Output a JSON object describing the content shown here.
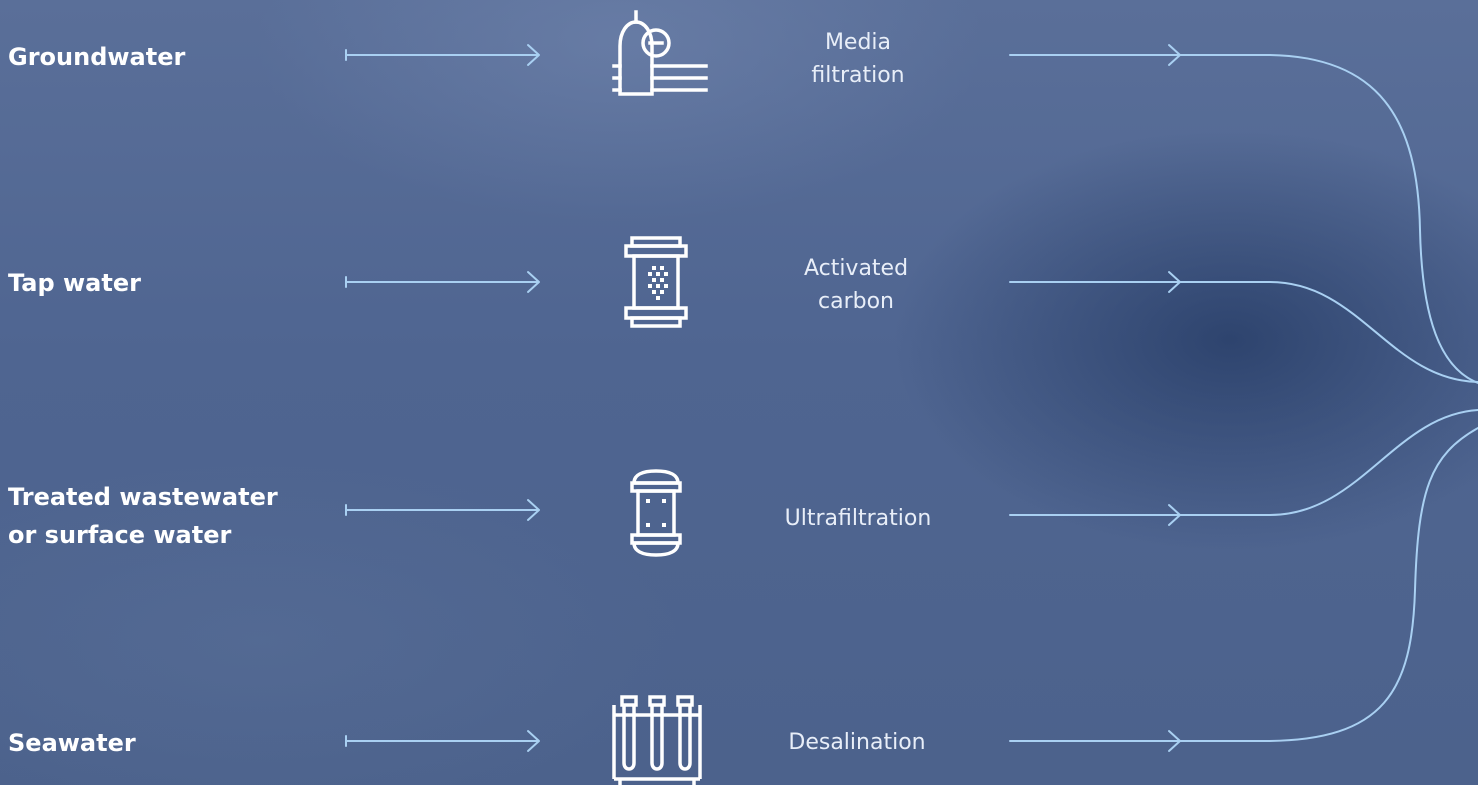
{
  "sources": [
    {
      "id": "groundwater",
      "label": "Groundwater"
    },
    {
      "id": "tap",
      "label": "Tap water"
    },
    {
      "id": "treated",
      "label": "Treated wastewater\nor surface water"
    },
    {
      "id": "seawater",
      "label": "Seawater"
    }
  ],
  "processes": [
    {
      "id": "media",
      "label": "Media\nfiltration",
      "icon": "pressure-vessel-icon"
    },
    {
      "id": "carbon",
      "label": "Activated\ncarbon",
      "icon": "carbon-cartridge-icon"
    },
    {
      "id": "uf",
      "label": "Ultrafiltration",
      "icon": "membrane-module-icon"
    },
    {
      "id": "desal",
      "label": "Desalination",
      "icon": "desalination-rack-icon"
    }
  ],
  "colors": {
    "line": "#a9d0f2",
    "icon": "#ffffff",
    "source_text": "#ffffff",
    "process_text": "#e8eef8"
  }
}
